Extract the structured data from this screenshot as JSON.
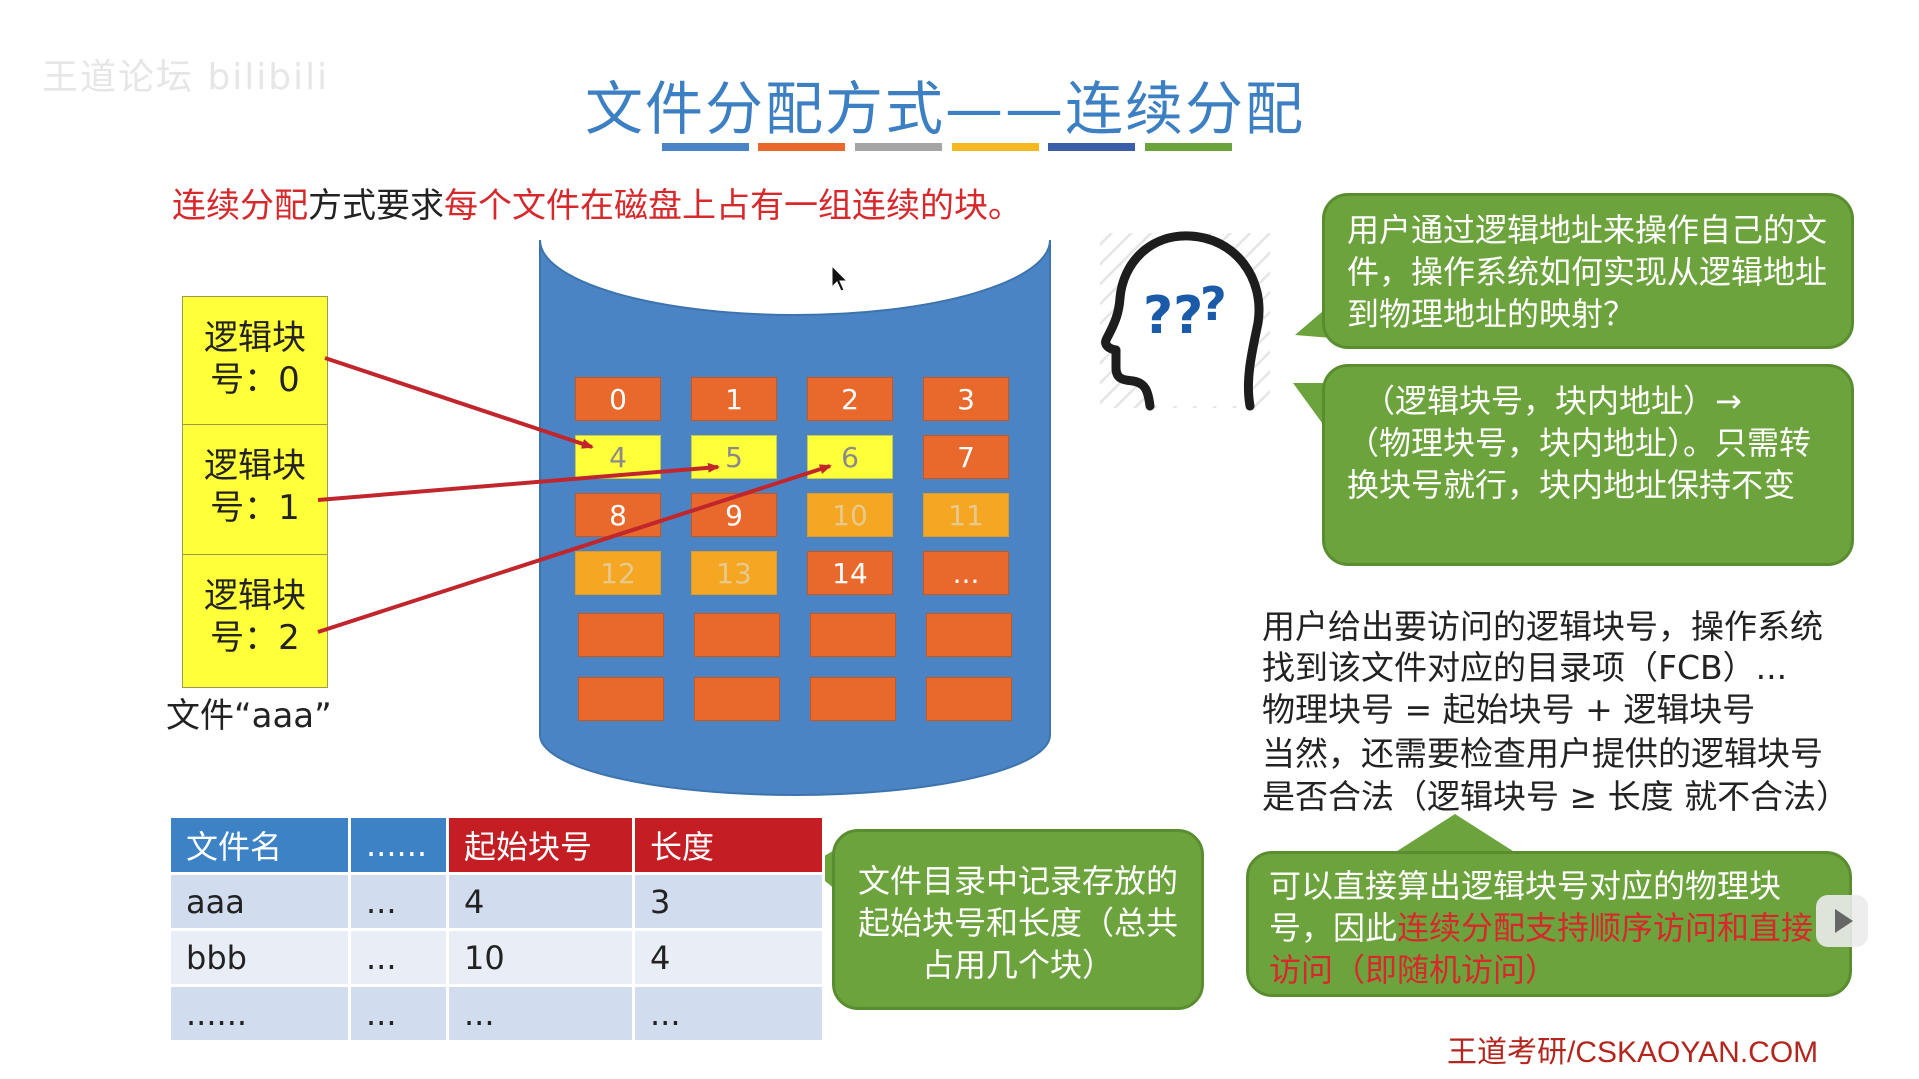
{
  "watermark": "王道论坛 bilibili",
  "title": "文件分配方式——连续分配",
  "title_bar_colors": [
    "#4a84c4",
    "#e8692b",
    "#a5a5a5",
    "#f5b820",
    "#3a5ea8",
    "#6ca33d"
  ],
  "intro": {
    "part1": "连续分配",
    "part2": "方式要求",
    "part3": "每个文件在磁盘上占有一组连续的块。"
  },
  "logical_blocks": [
    "逻辑块号：0",
    "逻辑块号：1",
    "逻辑块号：2"
  ],
  "file_label": "文件“aaa”",
  "disk_blocks": [
    {
      "label": "0",
      "state": "free"
    },
    {
      "label": "1",
      "state": "free"
    },
    {
      "label": "2",
      "state": "free"
    },
    {
      "label": "3",
      "state": "free"
    },
    {
      "label": "4",
      "state": "aaa"
    },
    {
      "label": "5",
      "state": "aaa"
    },
    {
      "label": "6",
      "state": "aaa"
    },
    {
      "label": "7",
      "state": "free"
    },
    {
      "label": "8",
      "state": "free"
    },
    {
      "label": "9",
      "state": "free"
    },
    {
      "label": "10",
      "state": "bbb"
    },
    {
      "label": "11",
      "state": "bbb"
    },
    {
      "label": "12",
      "state": "bbb"
    },
    {
      "label": "13",
      "state": "bbb"
    },
    {
      "label": "14",
      "state": "free"
    },
    {
      "label": "...",
      "state": "free"
    },
    {
      "label": "",
      "state": "free"
    },
    {
      "label": "",
      "state": "free"
    },
    {
      "label": "",
      "state": "free"
    },
    {
      "label": "",
      "state": "free"
    },
    {
      "label": "",
      "state": "free"
    },
    {
      "label": "",
      "state": "free"
    },
    {
      "label": "",
      "state": "free"
    },
    {
      "label": "",
      "state": "free"
    }
  ],
  "colors": {
    "disk": "#4a84c4",
    "block_free": "#e8692b",
    "block_aaa": "#ffff3a",
    "block_bbb": "#f5a623",
    "bubble": "#6ca33d",
    "arrow": "#c0262b",
    "emphasis": "#d7282b"
  },
  "bubbles": {
    "question": "用户通过逻辑地址来操作自己的文件，操作系统如何实现从逻辑地址到物理地址的映射？",
    "mapping_line1": "（逻辑块号，块内地址）→",
    "mapping_rest": "（物理块号，块内地址）。只需转换块号就行，块内地址保持不变",
    "directory": "文件目录中记录存放的起始块号和长度（总共占用几个块）",
    "conclusion_part1": "可以直接算出逻辑块号对应的物理块号，因此",
    "conclusion_part2": "连续分配支持顺序访问和直接访问（即随机访问）"
  },
  "notes": {
    "line1": "用户给出要访问的逻辑块号，操作系统",
    "line2": "找到该文件对应的目录项（FCB）...",
    "formula": "物理块号 = 起始块号 + 逻辑块号",
    "line4": "当然，还需要检查用户提供的逻辑块号",
    "line5": "是否合法（逻辑块号 ≥ 长度 就不合法）"
  },
  "table": {
    "headers": [
      "文件名",
      "......",
      "起始块号",
      "长度"
    ],
    "rows": [
      [
        "aaa",
        "...",
        "4",
        "3"
      ],
      [
        "bbb",
        "...",
        "10",
        "4"
      ],
      [
        "......",
        "...",
        "...",
        "..."
      ]
    ]
  },
  "footer": "王道考研/CSKAOYAN.COM",
  "icons": [
    "head-question-icon",
    "play-icon",
    "cursor-icon"
  ]
}
